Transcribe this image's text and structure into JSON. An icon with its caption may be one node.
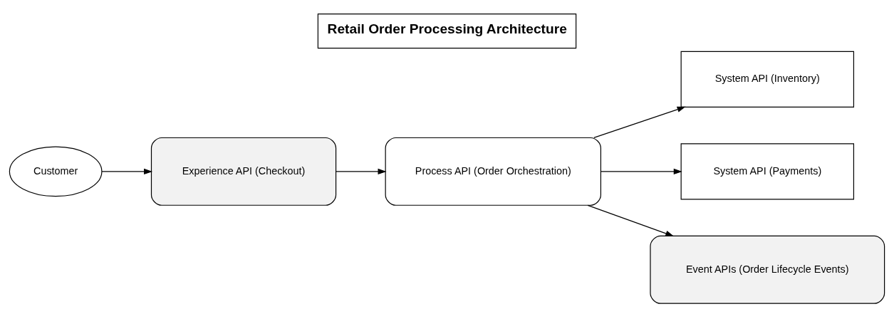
{
  "diagram": {
    "title": "Retail Order Processing Architecture",
    "nodes": [
      {
        "text": [
          "Customer"
        ]
      },
      {
        "text": [
          "Experience API (Checkout)"
        ]
      },
      {
        "text": [
          "Process API (Order Orchestration)"
        ]
      },
      {
        "text": [
          "System API (Inventory)"
        ]
      },
      {
        "text": [
          "System API (Payments)"
        ]
      },
      {
        "text": [
          "Event APIs (Order Lifecycle Events)"
        ]
      }
    ],
    "edges": [
      {
        "from": 0,
        "to": 1,
        "arrow": "to"
      },
      {
        "from": 1,
        "to": 2,
        "arrow": "to"
      },
      {
        "from": 2,
        "to": 3,
        "arrow": "to"
      },
      {
        "from": 2,
        "to": 4,
        "arrow": "to"
      },
      {
        "from": 2,
        "to": 5,
        "arrow": "to"
      }
    ]
  }
}
